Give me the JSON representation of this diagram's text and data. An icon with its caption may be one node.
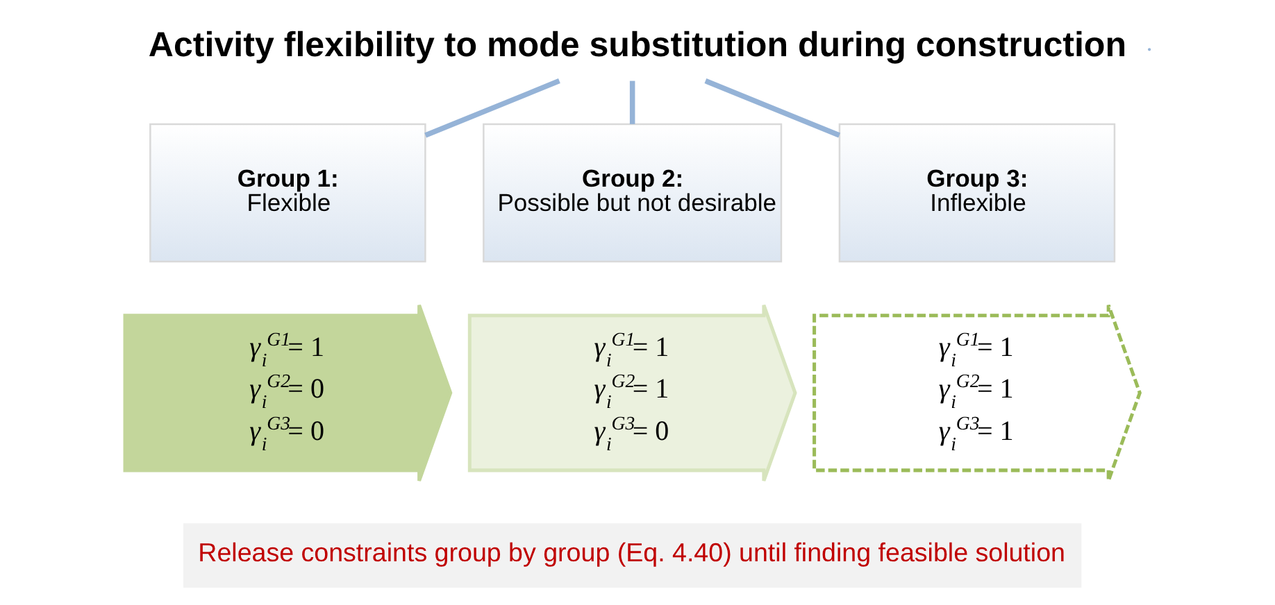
{
  "diagram": {
    "nodes": [
      {
        "text": [
          "Activity flexibility to mode substitution during construction"
        ]
      },
      {
        "text": [
          "Group 1:",
          "Flexible"
        ]
      },
      {
        "text": [
          "Group 2:",
          "Possible but not desirable"
        ]
      },
      {
        "text": [
          "Group 3:",
          "Inflexible"
        ]
      },
      {
        "text": [
          "*γ*$_{i}$$^{G1}$= 1",
          "*γ*$_{i}$$^{G2}$= 0",
          "*γ*$_{i}$$^{G3}$= 0"
        ]
      },
      {
        "text": [
          "*γ*$_{i}$$^{G1}$= 1",
          "*γ*$_{i}$$^{G2}$= 1",
          "*γ*$_{i}$$^{G3}$= 0"
        ]
      },
      {
        "text": [
          "*γ*$_{i}$$^{G1}$= 1",
          "*γ*$_{i}$$^{G2}$= 1",
          "*γ*$_{i}$$^{G3}$= 1"
        ]
      },
      {
        "text": [
          "Release constraints group by group (Eq. 4.40) until finding feasible solution"
        ]
      }
    ],
    "edges": [
      {
        "from": 0,
        "to": 1,
        "arrow": "none"
      },
      {
        "from": 0,
        "to": 2,
        "arrow": "none"
      },
      {
        "from": 0,
        "to": 3,
        "arrow": "none"
      }
    ]
  }
}
